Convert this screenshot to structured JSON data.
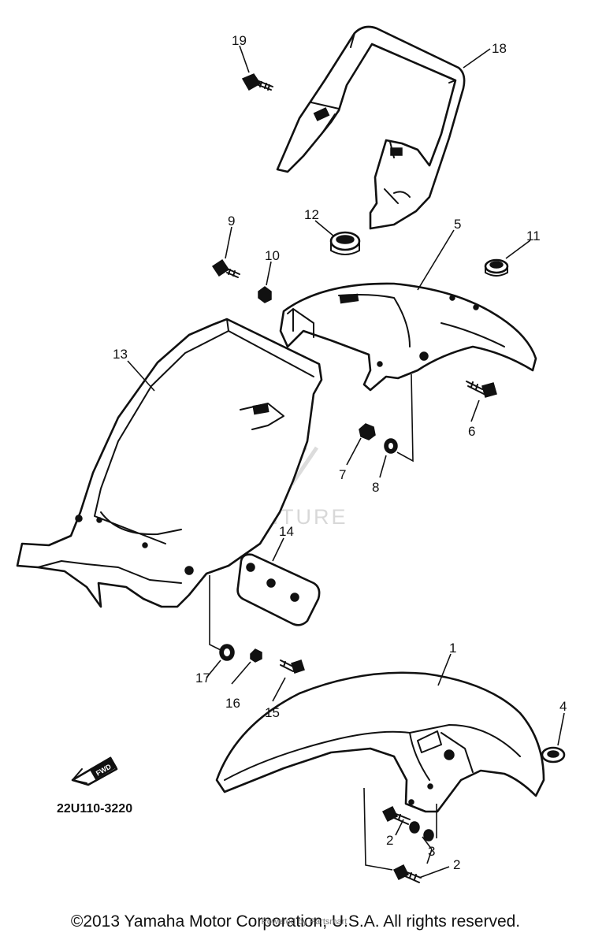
{
  "diagram": {
    "callouts": {
      "p1": "1",
      "p2a": "2",
      "p2b": "2",
      "p3": "3",
      "p4": "4",
      "p5": "5",
      "p6": "6",
      "p7": "7",
      "p8": "8",
      "p9": "9",
      "p10": "10",
      "p11": "11",
      "p12": "12",
      "p13": "13",
      "p14": "14",
      "p15": "15",
      "p16": "16",
      "p17": "17",
      "p18": "18",
      "p19": "19"
    },
    "fwd_label": "FWD",
    "diagram_code": "22U110-3220",
    "watermark": "ADVENTURE",
    "copyright": "©2013 Yamaha Motor Corporation, U.S.A. All rights reserved.",
    "copyright_overlay": "Powered by Partsmart"
  }
}
